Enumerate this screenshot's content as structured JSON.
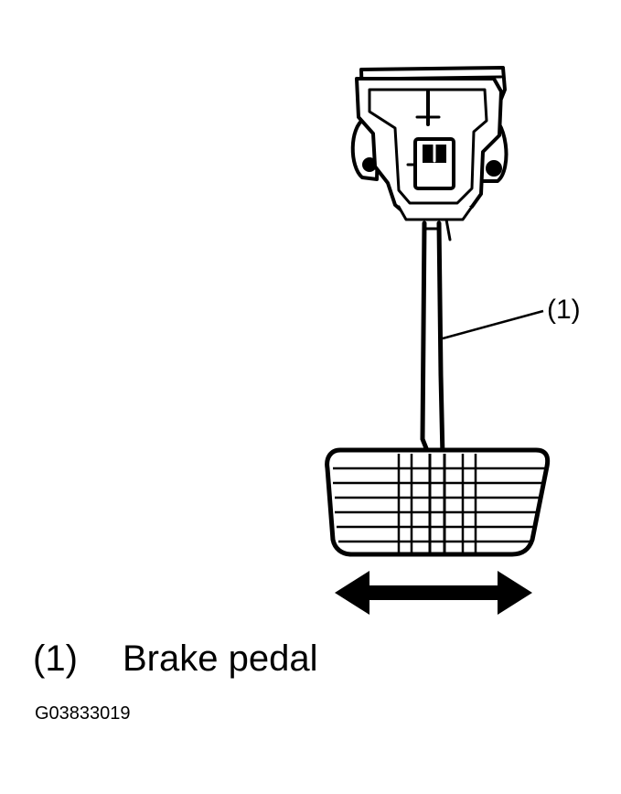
{
  "callout": {
    "number": "(1)"
  },
  "legend": {
    "number": "(1)",
    "text": "Brake pedal"
  },
  "figure_code": "G03833019"
}
